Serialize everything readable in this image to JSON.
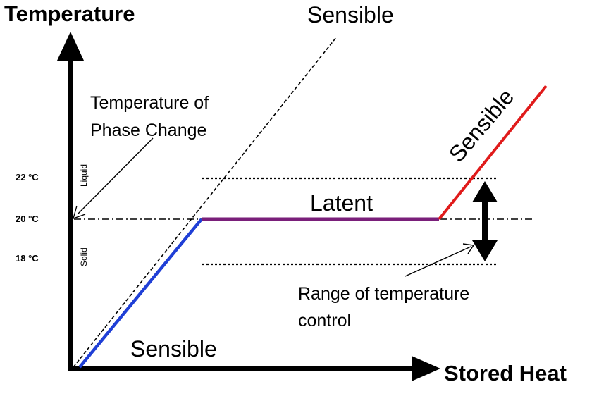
{
  "axes": {
    "y_title": "Temperature",
    "x_title": "Stored Heat"
  },
  "y_ticks": [
    "22 °C",
    "20 °C",
    "18 °C"
  ],
  "phase_labels": {
    "upper": "Liquid",
    "lower": "Solid"
  },
  "annotations": {
    "sensible_top": "Sensible",
    "sensible_red": "Sensible",
    "sensible_bottom": "Sensible",
    "latent": "Latent",
    "phase_change_line1": "Temperature of",
    "phase_change_line2": "Phase Change",
    "range_line1": "Range of temperature",
    "range_line2": "control"
  },
  "colors": {
    "solid_segment": "#1f3fd6",
    "latent_segment": "#7a1f7a",
    "liquid_segment": "#e01b1b",
    "axes": "#000000"
  }
}
